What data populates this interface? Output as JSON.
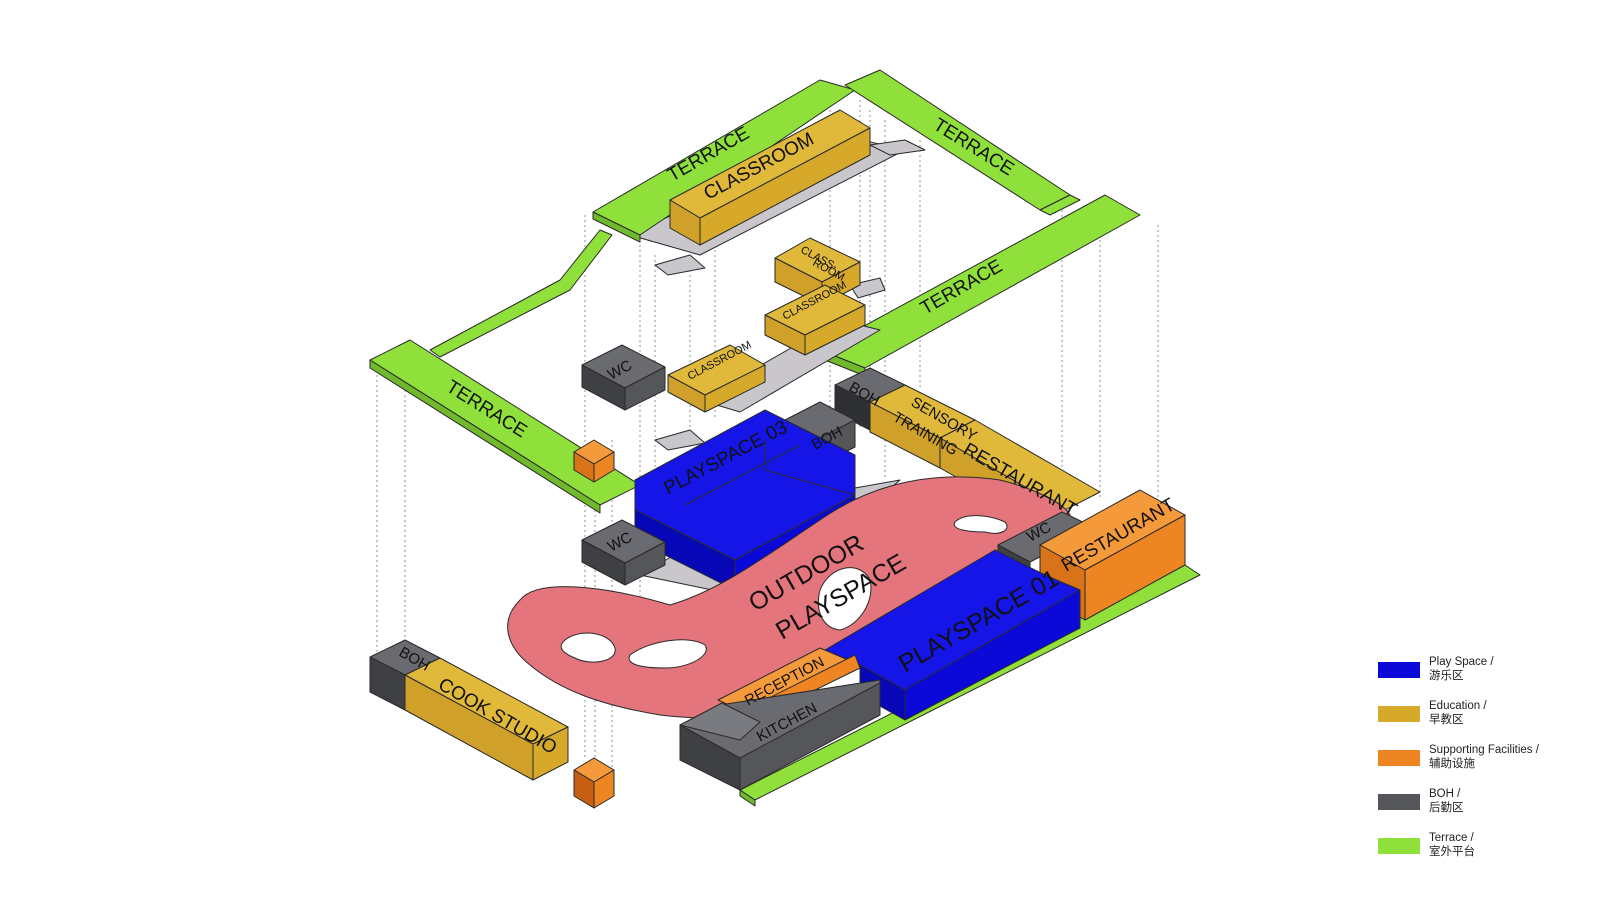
{
  "colors": {
    "play": "#0a09d8",
    "education": "#d6a92b",
    "supporting": "#ec8522",
    "boh": "#55565a",
    "terrace": "#8fe03a",
    "outdoor": "#e4757d",
    "floor": "#c9c6cc"
  },
  "labels": {
    "terrace_top_left": "TERRACE",
    "terrace_top_right": "TERRACE",
    "terrace_mid_right": "TERRACE",
    "terrace_left": "TERRACE",
    "classroom_top": "CLASSROOM",
    "classroom_a_line1": "CLASS-",
    "classroom_a_line2": "ROOM",
    "classroom_b": "CLASSROOM",
    "classroom_c": "CLASSROOM",
    "wc_upper": "WC",
    "wc_mid": "WC",
    "wc_right": "WC",
    "playspace_03": "PLAYSPACE 03",
    "boh_mid": "BOH",
    "boh_right": "BOH",
    "sensory_line1": "SENSORY",
    "sensory_line2": "TRAINING",
    "restaurant_upper": "RESTAURANT",
    "restaurant_lower": "RESTAURANT",
    "outdoor_line1": "OUTDOOR",
    "outdoor_line2": "PLAYSPACE",
    "playspace_01": "PLAYSPACE 01",
    "reception": "RECEPTION",
    "kitchen": "KITCHEN",
    "boh_left": "BOH",
    "cook_studio": "COOK STUDIO"
  },
  "legend": [
    {
      "label": "Play Space /",
      "sublabel": "游乐区",
      "color_key": "play"
    },
    {
      "label": "Education /",
      "sublabel": "早教区",
      "color_key": "education"
    },
    {
      "label": "Supporting Facilities /",
      "sublabel": "辅助设施",
      "color_key": "supporting"
    },
    {
      "label": "BOH /",
      "sublabel": "后勤区",
      "color_key": "boh"
    },
    {
      "label": "Terrace /",
      "sublabel": "室外平台",
      "color_key": "terrace"
    }
  ]
}
